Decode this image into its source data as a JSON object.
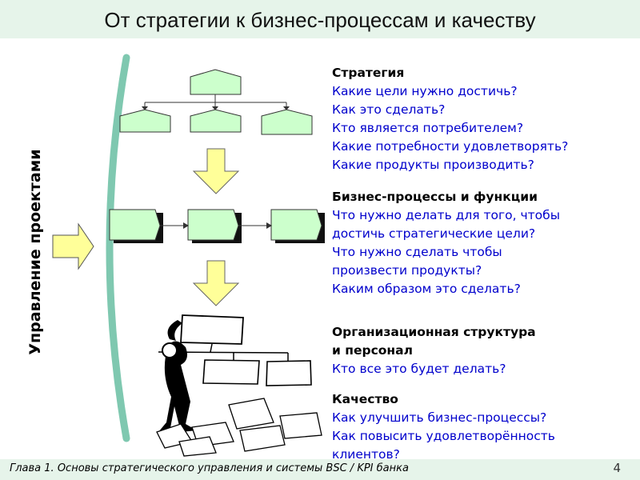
{
  "title": "От стратегии к бизнес-процессам и качеству",
  "side_label": "Управление проектами",
  "sections": [
    {
      "heading": [
        "Стратегия"
      ],
      "lines": [
        "Какие цели нужно достичь?",
        "Как это сделать?",
        "Кто является потребителем?",
        "Какие потребности удовлетворять?",
        "Какие продукты производить?"
      ]
    },
    {
      "heading": [
        "Бизнес-процессы и функции"
      ],
      "lines": [
        "Что нужно делать для того, чтобы",
        "достичь стратегические цели?",
        "Что нужно сделать чтобы",
        "произвести продукты?",
        "Каким образом это сделать?"
      ]
    },
    {
      "heading": [
        "Организационная структура",
        "и персонал"
      ],
      "lines": [
        "Кто все это будет делать?"
      ]
    },
    {
      "heading": [
        "Качество"
      ],
      "lines": [
        "Как улучшить бизнес-процессы?",
        "Как повысить удовлетворённость",
        "клиентов?"
      ]
    }
  ],
  "footer": "Глава 1. Основы стратегического управления и системы BSC / KPI банка",
  "page_number": "4",
  "colors": {
    "title_bar": "#e6f4ea",
    "shape_fill": "#ccffcc",
    "arrow_fill": "#ffff99",
    "bracket": "#7fc8b0",
    "question_text": "#0000cc"
  }
}
